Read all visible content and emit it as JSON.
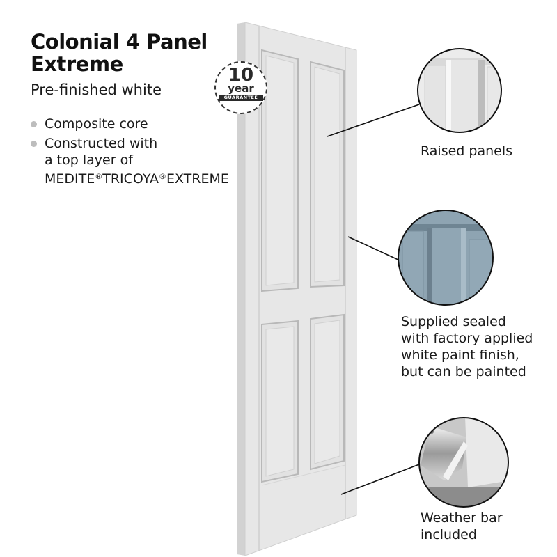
{
  "product": {
    "title": "Colonial 4 Panel Extreme",
    "subtitle": "Pre-finished white"
  },
  "features": [
    {
      "text": "Composite core"
    },
    {
      "line1": "Constructed with",
      "line2": "a top layer of",
      "line3_parts": [
        "MEDITE",
        "®",
        "TRICOYA",
        "®",
        "EXTREME"
      ]
    }
  ],
  "badge": {
    "number": "10",
    "unit": "year",
    "label": "GUARANTEE"
  },
  "callouts": [
    {
      "id": "raised",
      "label": "Raised panels",
      "icon": "raised-panels-detail"
    },
    {
      "id": "sealed",
      "lines": [
        "Supplied sealed",
        "with factory applied",
        "white paint finish,",
        "but can be painted"
      ],
      "icon": "painted-blue-detail"
    },
    {
      "id": "weather",
      "lines": [
        "Weather bar",
        "included"
      ],
      "icon": "weather-bar-detail"
    }
  ],
  "colors": {
    "door_face": "#e6e6e6",
    "door_shadow": "#c4c4c4",
    "painted_blue": "#8ea4b2",
    "bullet": "#bdbdbd",
    "text": "#1a1a1a"
  }
}
